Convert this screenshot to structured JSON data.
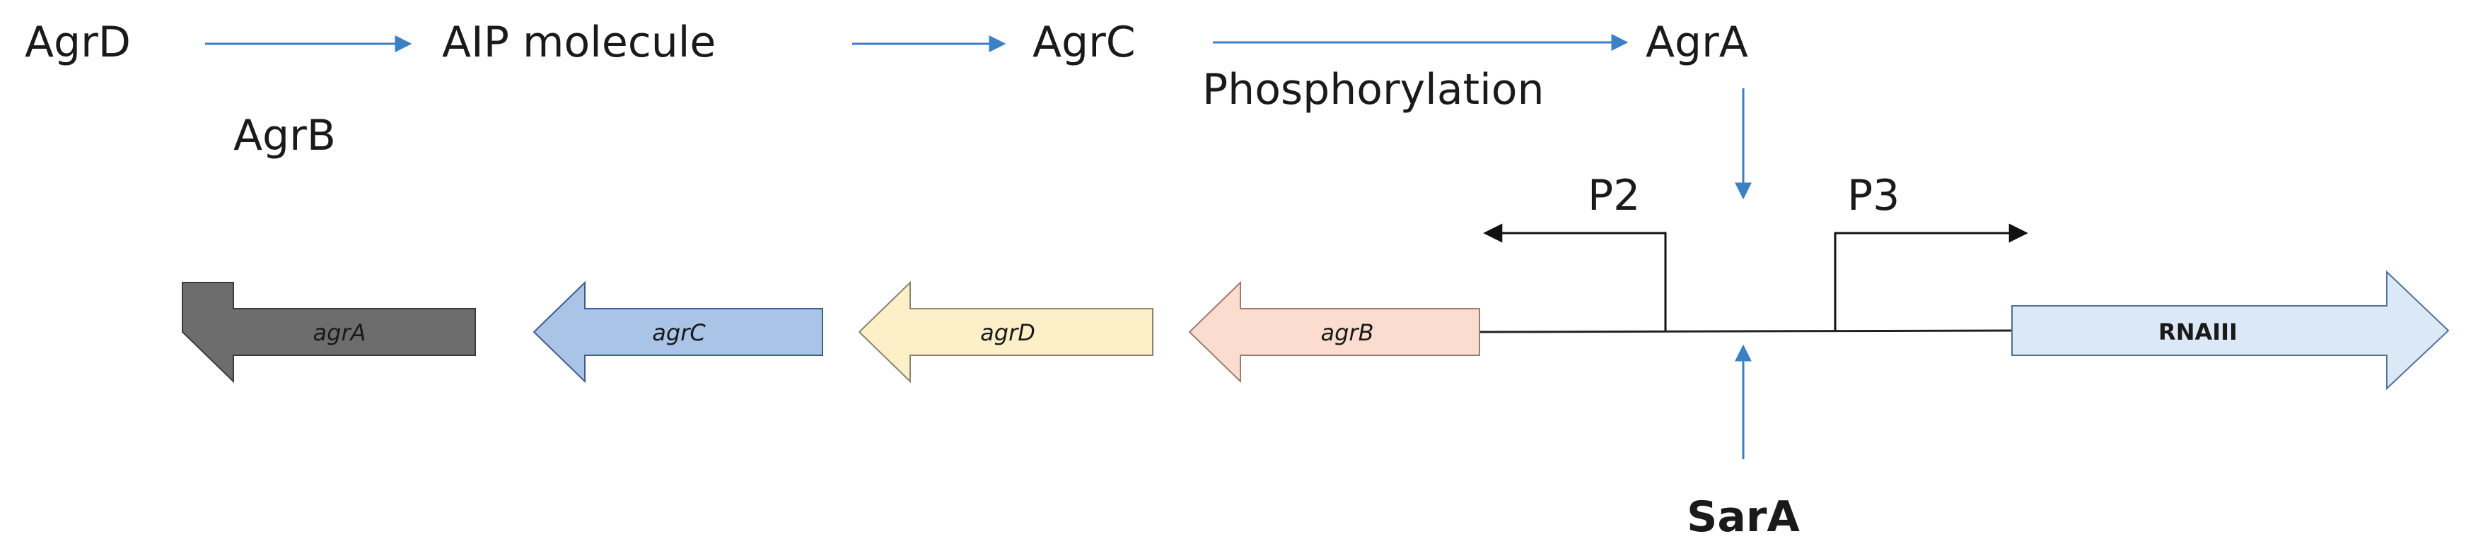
{
  "pathway": {
    "agrD": "AgrD",
    "aip": "AIP molecule",
    "agrC": "AgrC",
    "agrA": "AgrA",
    "agrB": "AgrB",
    "phosphorylation": "Phosphorylation"
  },
  "promoters": {
    "p2": "P2",
    "p3": "P3"
  },
  "genes": {
    "agrA": "agrA",
    "agrC": "agrC",
    "agrD": "agrD",
    "agrB": "agrB",
    "rnaiii": "RNAIII"
  },
  "regulator": {
    "sarA": "SarA"
  },
  "colors": {
    "arrow_blue": "#3b7fc4",
    "agrA_fill": "#6d6d6d",
    "agrC_fill": "#a9c4e6",
    "agrD_fill": "#fdf0c8",
    "agrB_fill": "#fbdccf",
    "rnaiii_fill": "#dbe9f6"
  }
}
